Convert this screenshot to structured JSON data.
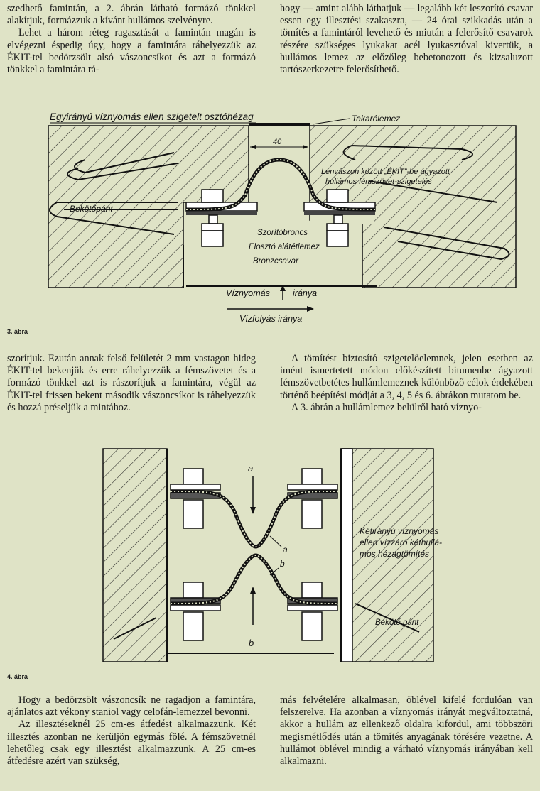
{
  "top_left": [
    "szedhető famintán, a 2. ábrán látható formázó tönkkel alakítjuk, formázzuk a kívánt hullámos szelvényre.",
    "Lehet a három réteg ragasztását a famintán magán is elvégezni éspedig úgy, hogy a famintára ráhelyezzük az ÉKIT-tel bedörzsölt alsó vászoncsíkot és azt a formázó tönkkel a famintára rá-"
  ],
  "top_right": [
    "hogy — amint alább láthatjuk — legalább két leszorító csavar essen egy illesztési szakaszra, — 24 órai szikkadás után a tömítés a famintáról levehető és miután a felerősítő csavarok részére szükséges lyukakat acél lyukasztóval kivertük, a hullámos lemez az előzőleg bebetonozott és kizsaluzott tartószerkezetre felerősíthető."
  ],
  "fig3": {
    "caption": "3. ábra",
    "title": "Egyirányú víznyomás ellen szigetelt osztóhézag",
    "takarolemez": "Takarólemez",
    "dim": "40",
    "lenvaszon_1": "Lenvászon között „ÉKIT”-be ágyazott",
    "lenvaszon_2": "hullámos fémszövet-szigetelés",
    "bekotopant": "Bekötőpánt",
    "szoritobroncs": "Szorítóbroncs",
    "eloszto": "Elosztó alátétlemez",
    "bronzcsavar": "Bronzcsavar",
    "viznyomas": "Víznyomás",
    "iranya": "iránya",
    "vizfolyas": "Vízfolyás iránya"
  },
  "mid_left": [
    "szorítjuk. Ezután annak felső felületét 2 mm vastagon hideg ÉKIT-tel bekenjük és erre ráhelyezzük a fémszövetet és a formázó tönkkel azt is rászorítjuk a famintára, végül az ÉKIT-tel frissen bekent második vászoncsíkot is ráhelyezzük és hozzá préseljük a mintához."
  ],
  "mid_right": [
    "A tömítést biztosító szigetelőelemnek, jelen esetben az imént ismertetett módon előkészített bitumenbe ágyazott fémszövetbetétes hullámlemeznek különböző célok érdekében történő beépítési módját a 3, 4, 5 és 6. ábrákon mutatom be.",
    "A 3. ábrán a hullámlemez belülről ható víznyo-"
  ],
  "fig4": {
    "caption": "4. ábra",
    "a": "a",
    "b": "b",
    "label_1": "Kétirányú víznyomás",
    "label_2": "ellen vízzáró kéthullá-",
    "label_3": "mos hézagtömítés",
    "bekotopant": "Bekötő pánt"
  },
  "bottom_left": [
    "Hogy a bedörzsölt vászoncsík ne ragadjon a famintára, ajánlatos azt vékony staniol vagy celofán-lemezzel bevonni.",
    "Az illesztéseknél 25 cm-es átfedést alkalmazzunk. Két illesztés azonban ne kerüljön egymás fölé. A fémszövetnél lehetőleg csak egy illesztést alkalmazzunk. A 25 cm-es átfedésre azért van szükség,"
  ],
  "bottom_right": [
    "más felvételére alkalmasan, öblével kifelé fordulóan van felszerelve. Ha azonban a víznyomás irányát megváltoztatná, akkor a hullám az ellenkező oldalra kifordul, ami többszöri megismétlődés után a tömítés anyagának törésére vezetne. A hullámot öblével mindig a várható víznyomás irányában kell alkalmazni."
  ]
}
